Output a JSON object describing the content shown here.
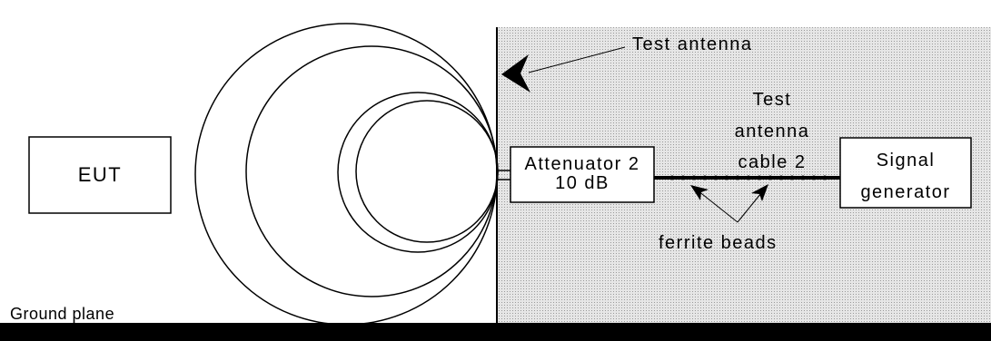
{
  "labels": {
    "eut": "EUT",
    "test_antenna": "Test antenna",
    "cable_line1": "Test",
    "cable_line2": "antenna",
    "cable_line3": "cable 2",
    "attenuator_line1": "Attenuator 2",
    "attenuator_line2": "10 dB",
    "signal_line1": "Signal",
    "signal_line2": "generator",
    "ferrite_beads": "ferrite beads",
    "ground_plane": "Ground plane"
  },
  "colors": {
    "ground_plane": "#000000",
    "shaded_region": "#d9d9d9",
    "line": "#000000"
  }
}
